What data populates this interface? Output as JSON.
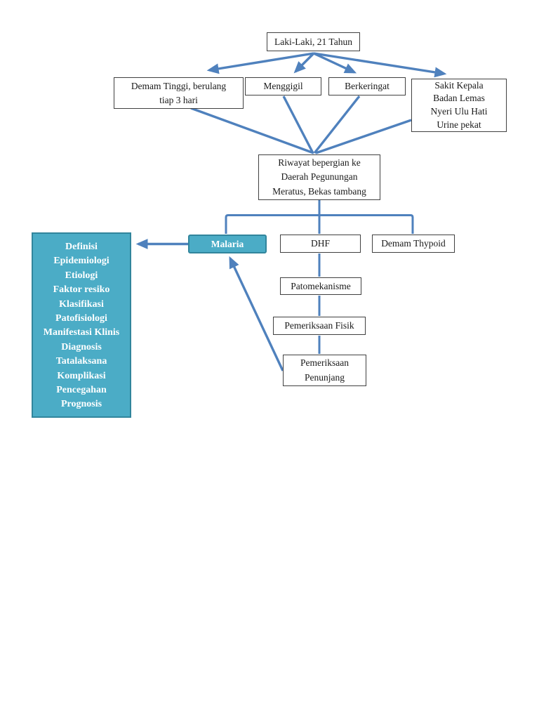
{
  "colors": {
    "arrow_blue": "#4f81bd",
    "teal_fill": "#4bacc6",
    "teal_border": "#31859c",
    "box_border": "#404040",
    "box_text": "#1a1a1a",
    "highlight_text": "#ffffff",
    "page_background": "#ffffff"
  },
  "nodes": {
    "patient": {
      "label": "Laki-Laki, 21 Tahun"
    },
    "symptom_fever": {
      "label": "Demam Tinggi, berulang\ntiap 3 hari"
    },
    "symptom_chills": {
      "label": "Menggigil"
    },
    "symptom_sweating": {
      "label": "Berkeringat"
    },
    "symptom_other": {
      "label": "Sakit Kepala\nBadan Lemas\nNyeri Ulu Hati\nUrine pekat"
    },
    "history": {
      "label": "Riwayat bepergian ke\nDaerah Pegunungan\nMeratus, Bekas tambang"
    },
    "dx_malaria": {
      "label": "Malaria"
    },
    "dx_dhf": {
      "label": "DHF"
    },
    "dx_typhoid": {
      "label": "Demam Thypoid"
    },
    "patomekanisme": {
      "label": "Patomekanisme"
    },
    "pemeriksaan_fisik": {
      "label": "Pemeriksaan Fisik"
    },
    "pemeriksaan_penunjang": {
      "label": "Pemeriksaan\nPenunjang"
    },
    "malaria_topics": {
      "items": [
        "Definisi",
        "Epidemiologi",
        "Etiologi",
        "Faktor resiko",
        "Klasifikasi",
        "Patofisiologi",
        "Manifestasi Klinis",
        "Diagnosis",
        "Tatalaksana",
        "Komplikasi",
        "Pencegahan",
        "Prognosis"
      ]
    }
  }
}
